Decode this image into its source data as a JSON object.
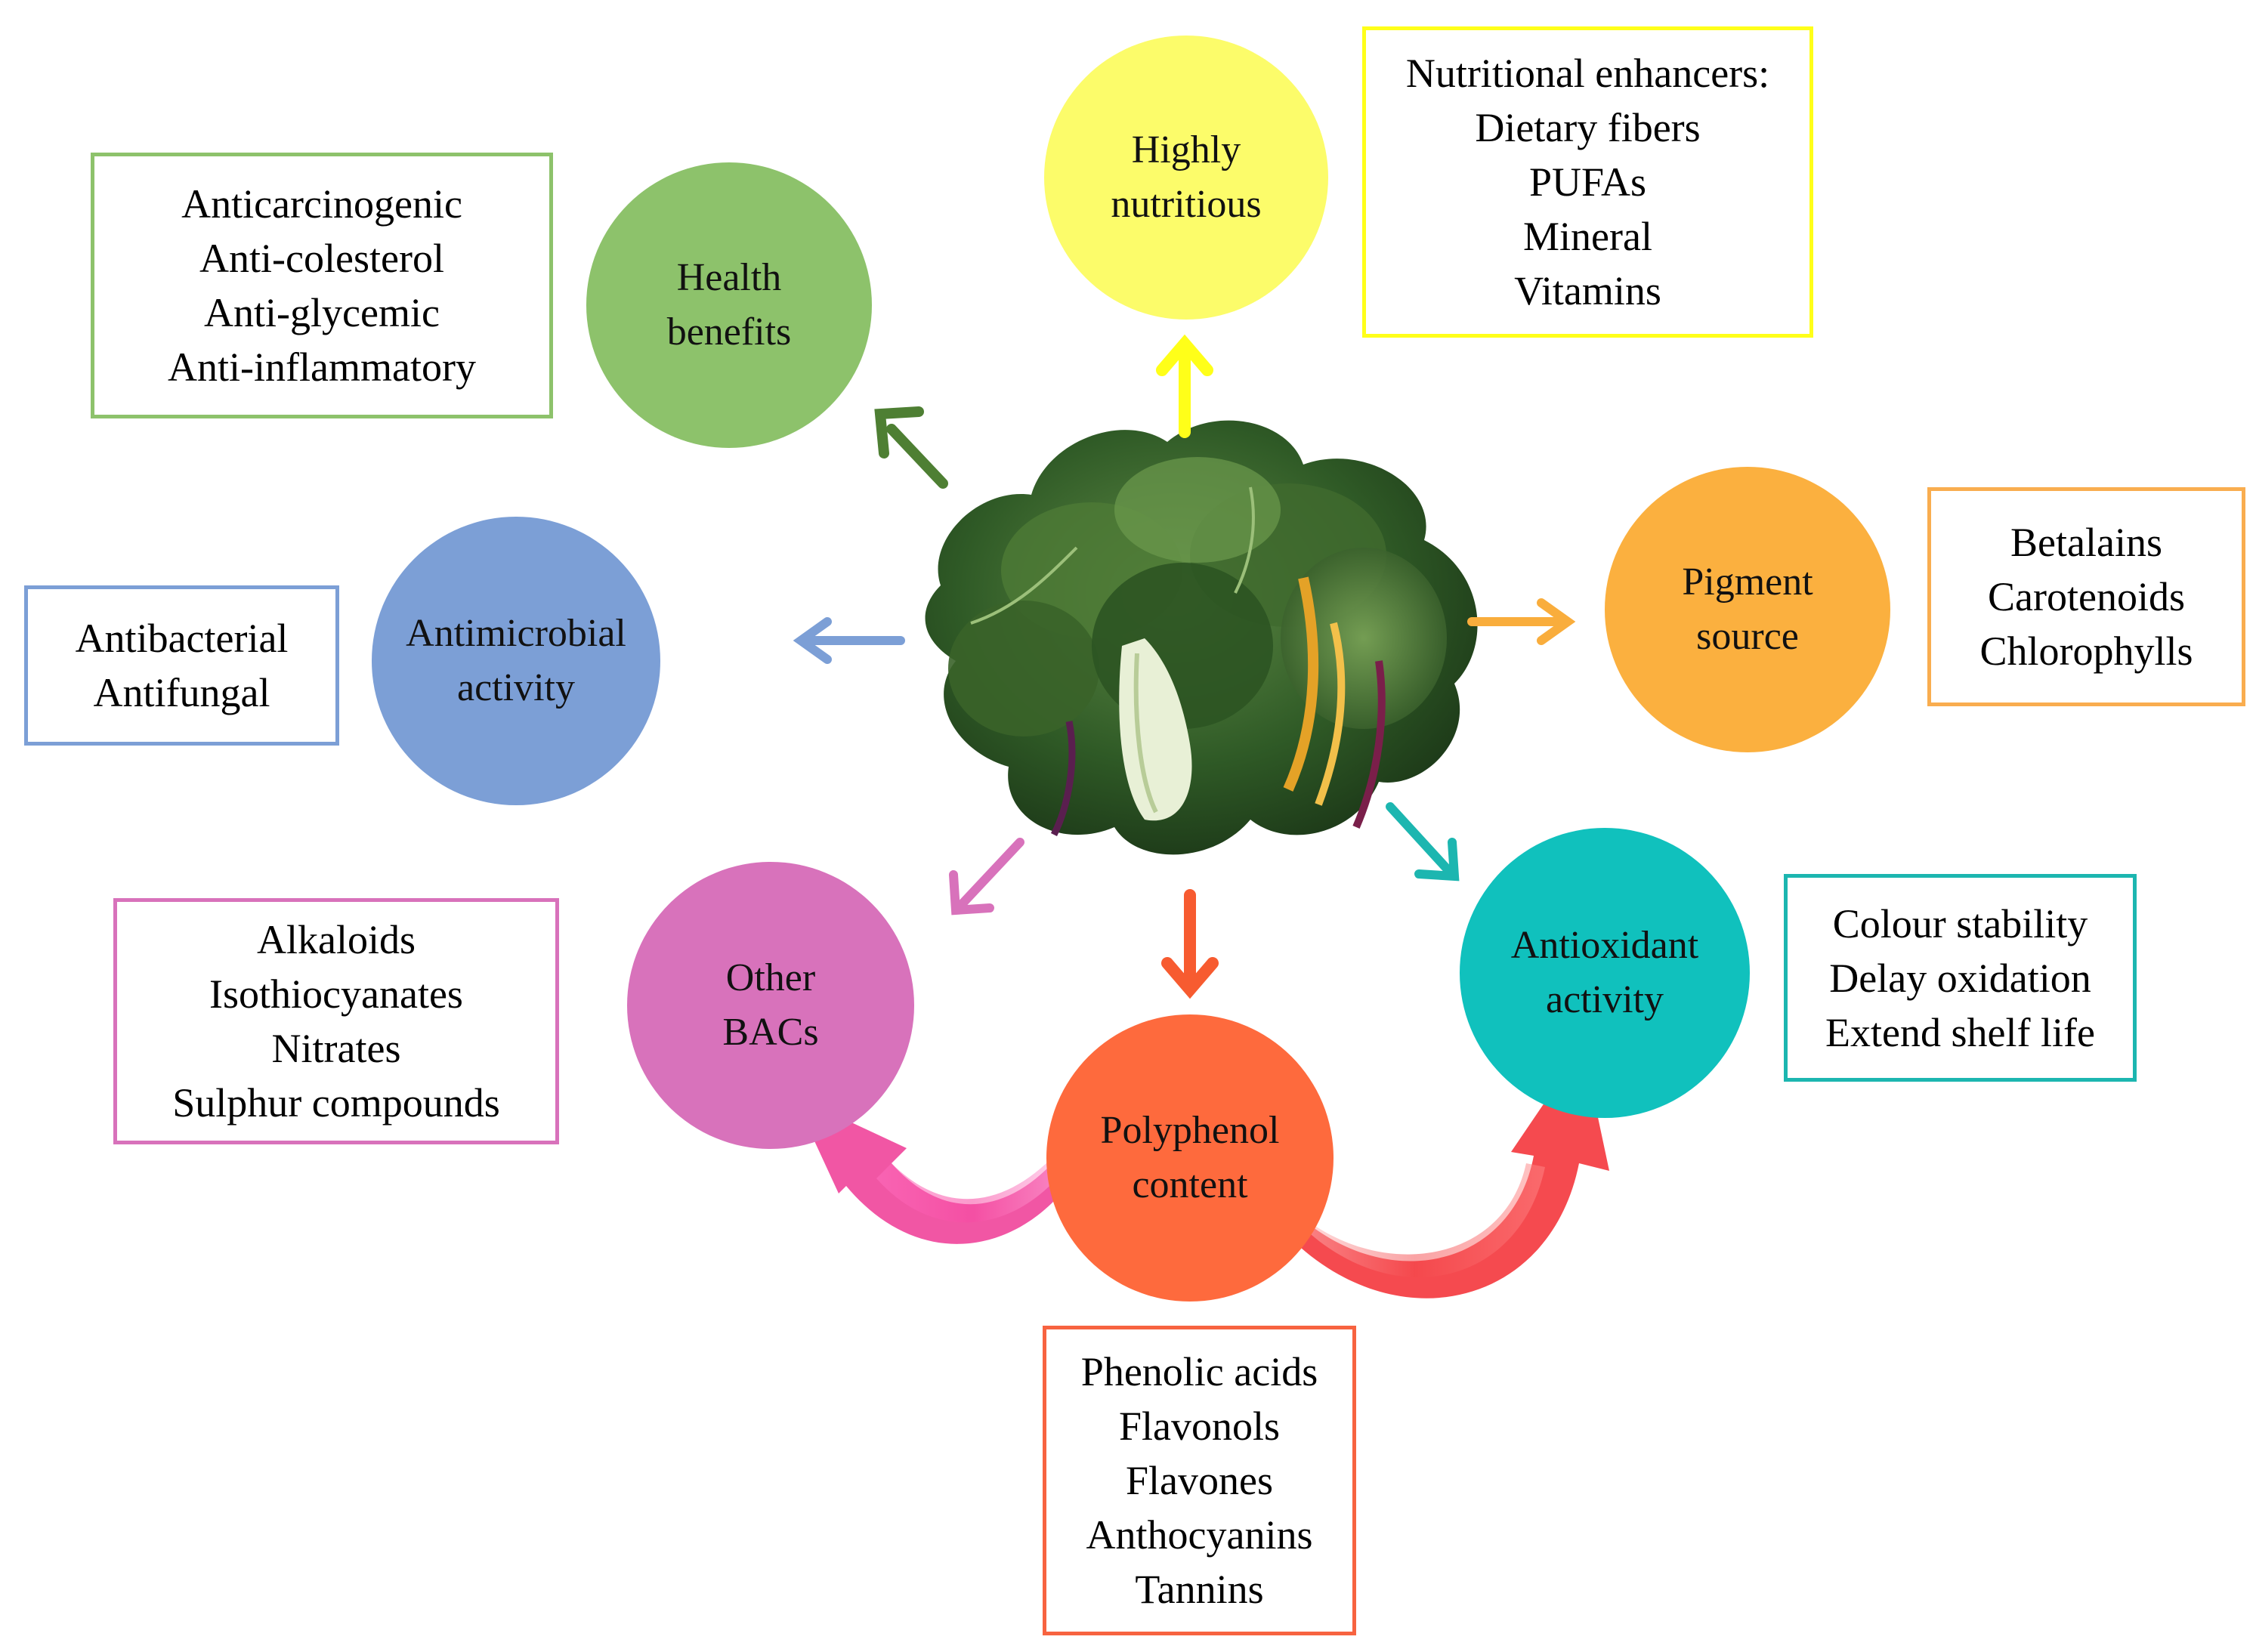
{
  "center": {
    "image_icon": "leafy-greens-bundle"
  },
  "nodes": {
    "highly_nutritious": {
      "color": "#fcfc6a",
      "label": [
        "Highly",
        "nutritious"
      ],
      "box": {
        "border": "#ffff19",
        "lines": [
          "Nutritional enhancers:",
          "Dietary fibers",
          "PUFAs",
          "Mineral",
          "Vitamins"
        ]
      }
    },
    "health_benefits": {
      "color": "#8dc26b",
      "label": [
        "Health",
        "benefits"
      ],
      "box": {
        "border": "#8dc26b",
        "lines": [
          "Anticarcinogenic",
          "Anti-colesterol",
          "Anti-glycemic",
          "Anti-inflammatory"
        ]
      }
    },
    "pigment_source": {
      "color": "#fbb03f",
      "label": [
        "Pigment",
        "source"
      ],
      "box": {
        "border": "#f9ad4f",
        "lines": [
          "Betalains",
          "Carotenoids",
          "Chlorophylls"
        ]
      }
    },
    "antimicrobial": {
      "color": "#7c9fd6",
      "label": [
        "Antimicrobial",
        "activity"
      ],
      "box": {
        "border": "#7c9fd6",
        "lines": [
          "Antibacterial",
          "Antifungal"
        ]
      }
    },
    "other_bacs": {
      "color": "#d872bb",
      "label": [
        "Other",
        "BACs"
      ],
      "box": {
        "border": "#d872bb",
        "lines": [
          "Alkaloids",
          "Isothiocyanates",
          "Nitrates",
          "Sulphur compounds"
        ]
      }
    },
    "polyphenol": {
      "color": "#fe6a3d",
      "label": [
        "Polyphenol",
        "content"
      ],
      "box": {
        "border": "#f76340",
        "lines": [
          "Phenolic acids",
          "Flavonols",
          "Flavones",
          "Anthocyanins",
          "Tannins"
        ]
      }
    },
    "antioxidant": {
      "color": "#10c1bd",
      "label": [
        "Antioxidant",
        "activity"
      ],
      "box": {
        "border": "#1cb6b0",
        "lines": [
          "Colour stability",
          "Delay oxidation",
          "Extend shelf life"
        ]
      }
    }
  },
  "arrows": {
    "to_health": "#4e7f33",
    "to_nutritious": "#ffff19",
    "to_pigment": "#f9ad3c",
    "to_antimicrobial": "#7c9fd6",
    "to_other": "#d872bb",
    "to_polyphenol": "#f75b30",
    "to_antioxidant": "#1cb6b0",
    "curve_to_other": "#f0449a",
    "curve_to_antioxidant": "#f43b40"
  }
}
